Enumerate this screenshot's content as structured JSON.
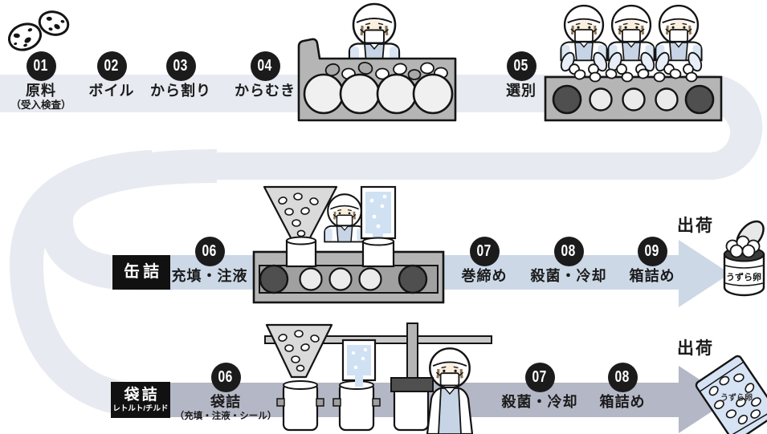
{
  "colors": {
    "band_top": "#e7eaf0",
    "band_can": "#ccd8e6",
    "band_bag": "#b4b7c5",
    "badge_bg": "#1b1b1b",
    "tag_bg": "#111111",
    "machine_gray": "#bfbfbf",
    "liquid_blue": "#cfe1f3",
    "text": "#1b1b1b"
  },
  "top_row": {
    "steps": [
      {
        "num": "01",
        "label": "原料",
        "sublabel": "（受入検査）"
      },
      {
        "num": "02",
        "label": "ボイル"
      },
      {
        "num": "03",
        "label": "から割り"
      },
      {
        "num": "04",
        "label": "からむき"
      },
      {
        "num": "05",
        "label": "選別"
      }
    ]
  },
  "can_row": {
    "tag": "缶詰",
    "steps": [
      {
        "num": "06",
        "label": "充填・注液"
      },
      {
        "num": "07",
        "label": "巻締め"
      },
      {
        "num": "08",
        "label": "殺菌・冷却"
      },
      {
        "num": "09",
        "label": "箱詰め"
      }
    ],
    "ship_label": "出荷",
    "product_label": "うずら卵"
  },
  "bag_row": {
    "tag": "袋詰",
    "tag_sub": "レトルト/チルド",
    "steps": [
      {
        "num": "06",
        "label": "袋詰",
        "sublabel": "（充填・注液・シール）"
      },
      {
        "num": "07",
        "label": "殺菌・冷却"
      },
      {
        "num": "08",
        "label": "箱詰め"
      }
    ],
    "ship_label": "出荷",
    "product_label": "うずら卵"
  }
}
